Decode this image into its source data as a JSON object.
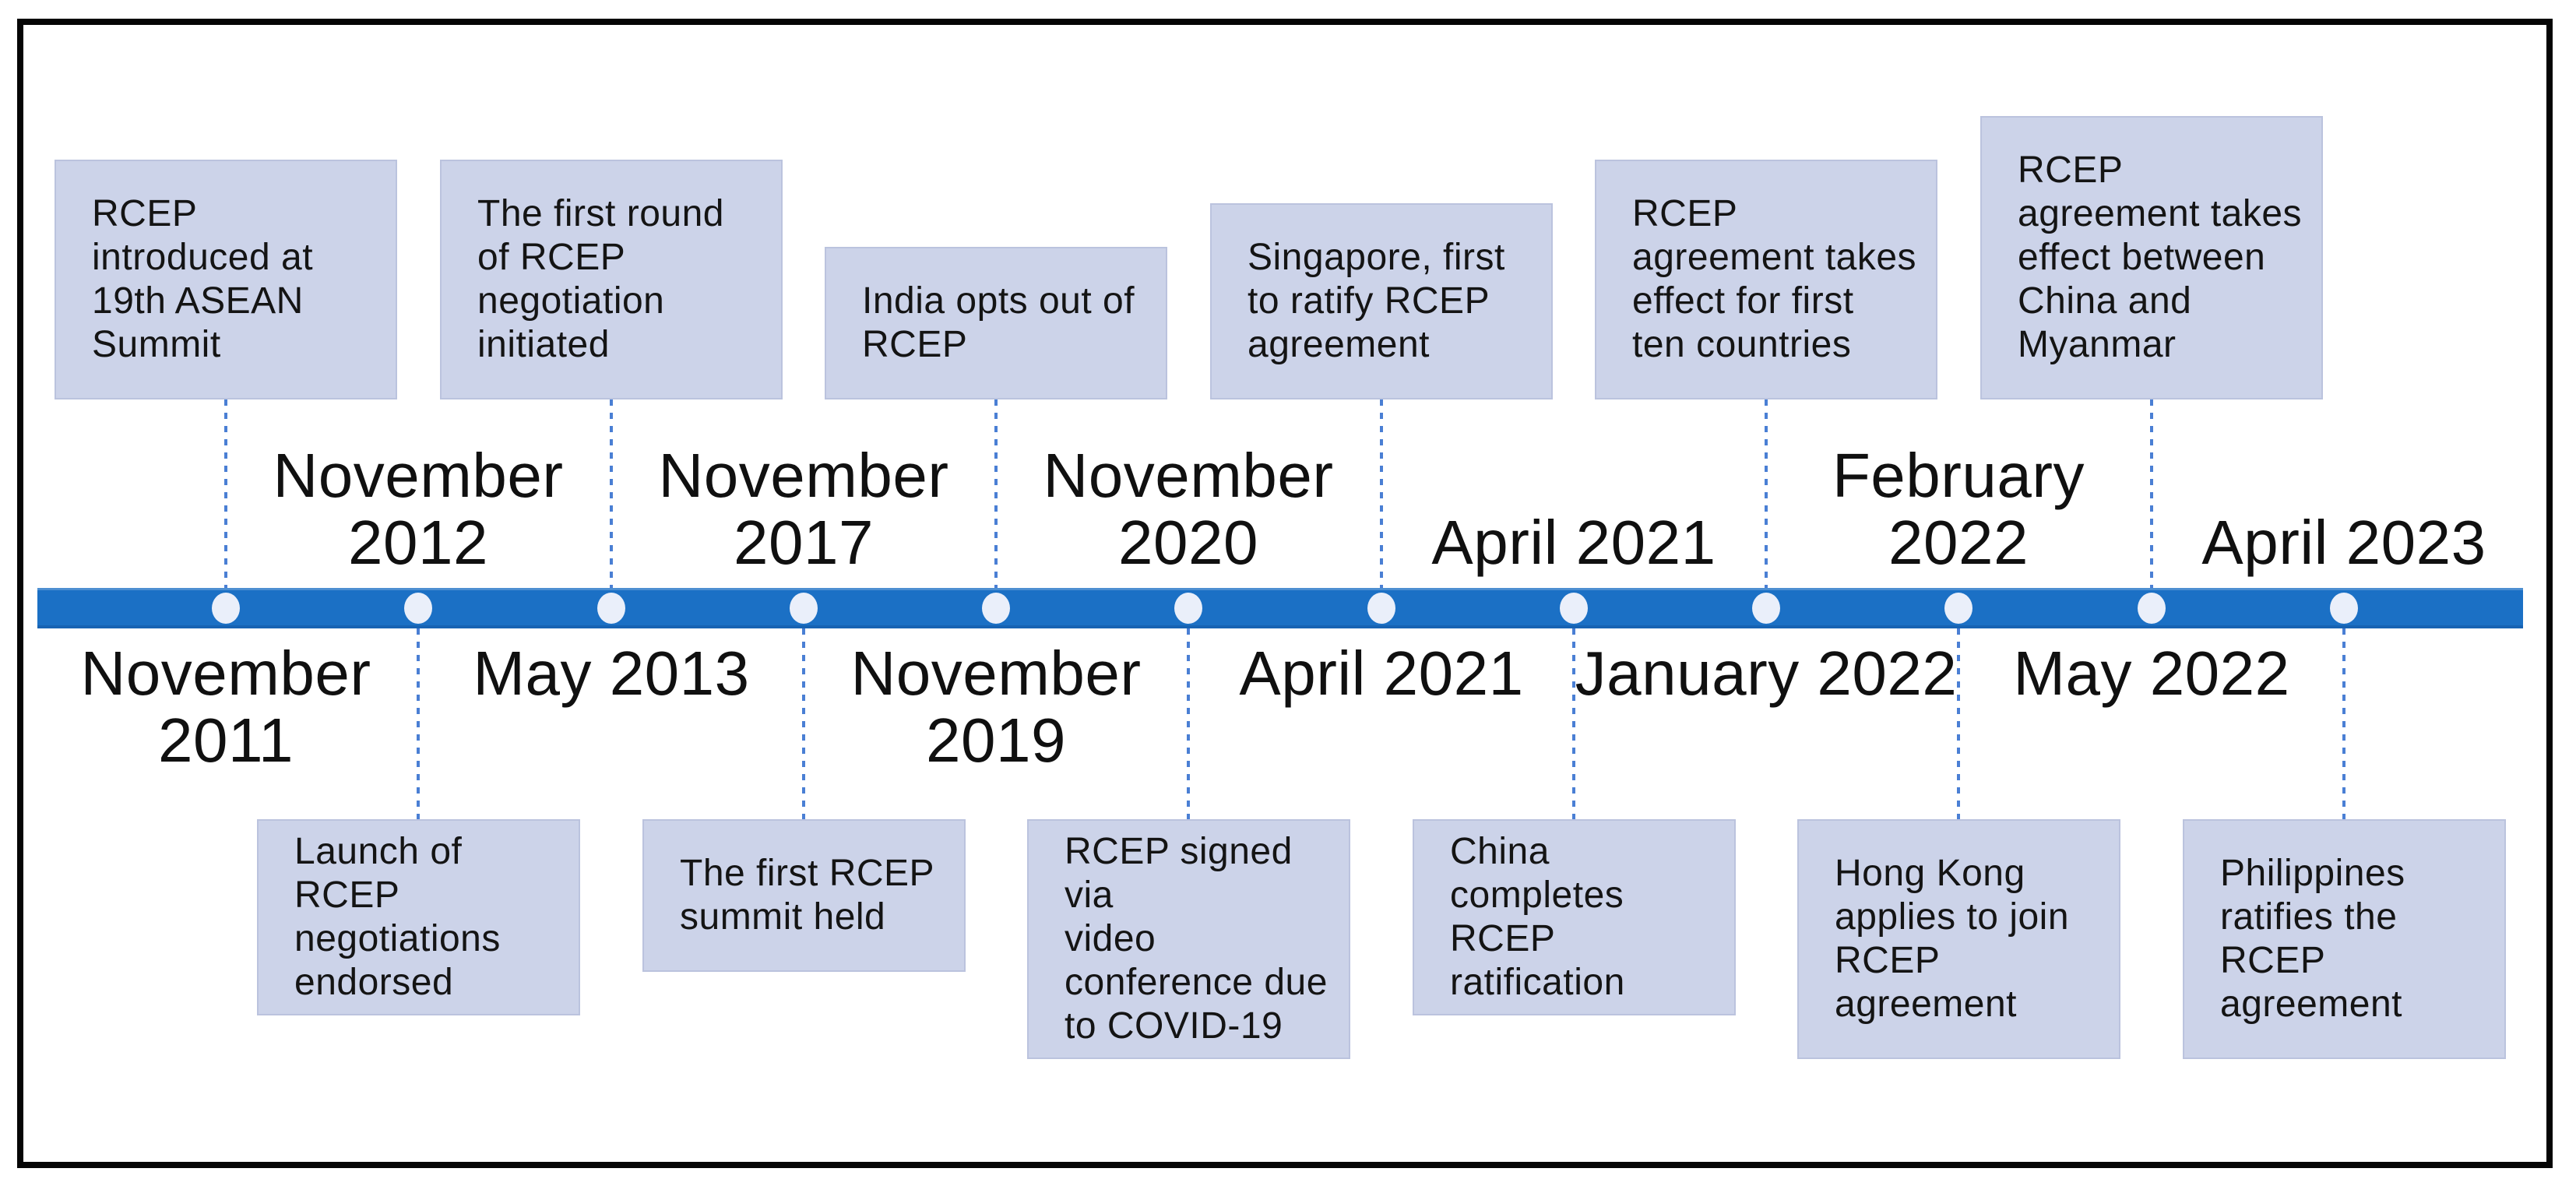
{
  "slide": {
    "background_color": "#ffffff",
    "frame_color": "#050505"
  },
  "timeline": {
    "bar_color": "#1b70c5",
    "dot_color": "#eaeffa",
    "connector_color": "#4a7fd4",
    "box_fill": "#ccd3e9",
    "text_color": "#141414"
  },
  "events": [
    {
      "date": "November\n2011",
      "description": "RCEP\nintroduced at\n19th ASEAN\nSummit",
      "box_position": "above"
    },
    {
      "date": "November\n2012",
      "description": "Launch of RCEP\nnegotiations\nendorsed",
      "box_position": "below"
    },
    {
      "date": "May 2013",
      "description": "The first round\nof RCEP\nnegotiation\ninitiated",
      "box_position": "above"
    },
    {
      "date": "November\n2017",
      "description": "The first RCEP\nsummit held",
      "box_position": "below"
    },
    {
      "date": "November\n2019",
      "description": "India opts out of\nRCEP",
      "box_position": "above"
    },
    {
      "date": "November\n2020",
      "description": "RCEP signed via\nvideo\nconference due\nto COVID-19",
      "box_position": "below"
    },
    {
      "date": "April 2021",
      "description": "Singapore, first\nto ratify RCEP\nagreement",
      "box_position": "above"
    },
    {
      "date": "April 2021",
      "description": "China completes\nRCEP\nratification",
      "box_position": "below"
    },
    {
      "date": "January 2022",
      "description": "RCEP\nagreement takes\neffect for first\nten countries",
      "box_position": "above"
    },
    {
      "date": "February\n2022",
      "description": "Hong Kong\napplies to join\nRCEP\nagreement",
      "box_position": "below"
    },
    {
      "date": "May 2022",
      "description": "RCEP\nagreement takes\neffect between\nChina and\nMyanmar",
      "box_position": "above"
    },
    {
      "date": "April 2023",
      "description": "Philippines\nratifies the\nRCEP\nagreement",
      "box_position": "below"
    }
  ]
}
